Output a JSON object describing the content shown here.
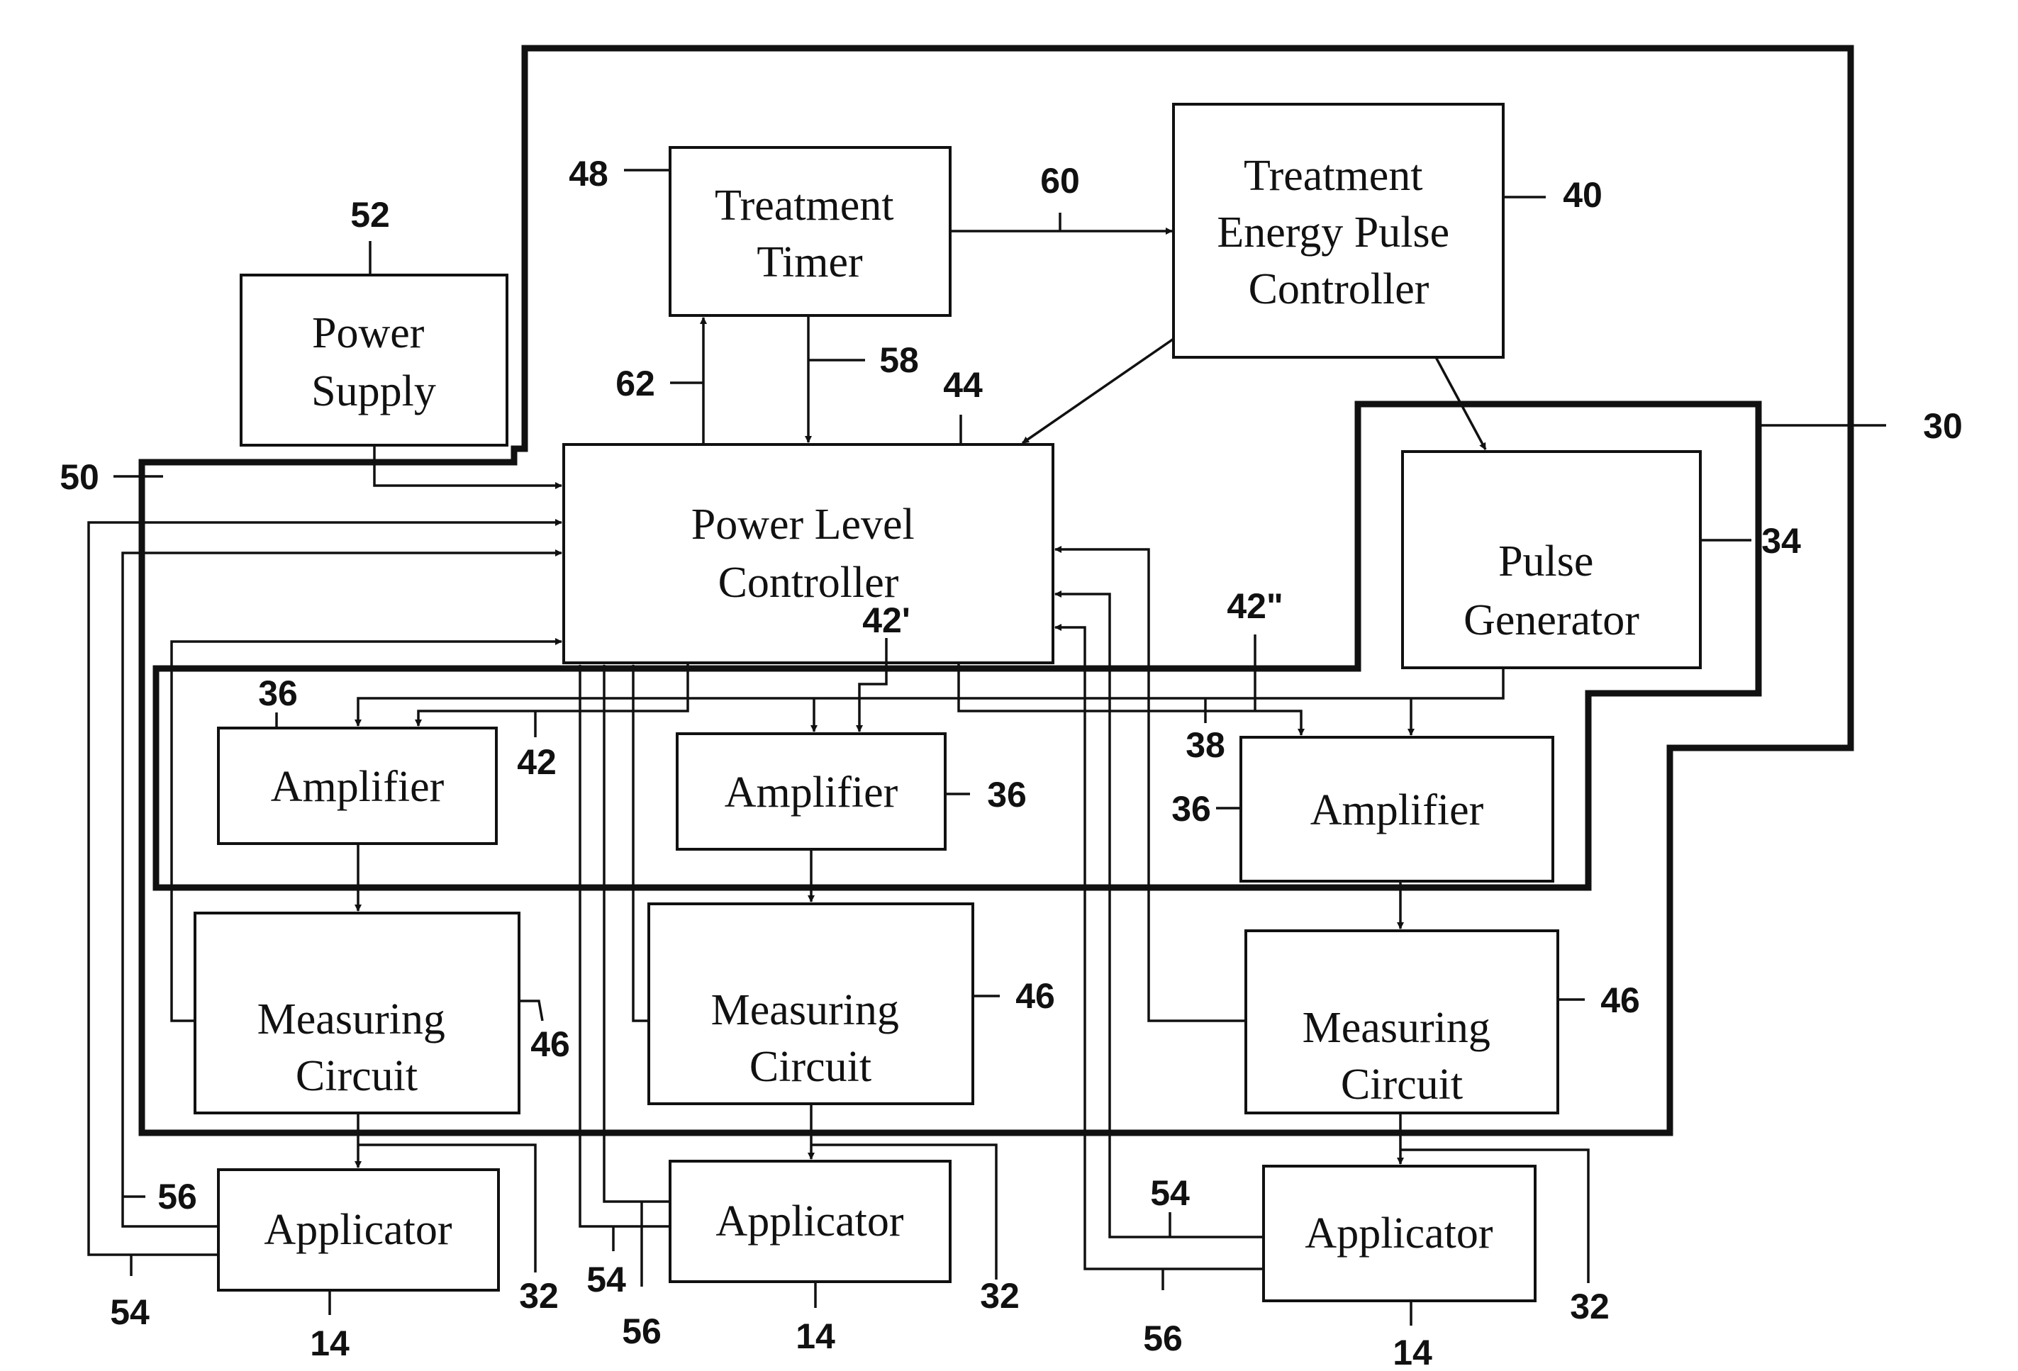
{
  "blocks": {
    "treatment_timer": [
      "Treatment",
      "Timer"
    ],
    "pulse_controller": [
      "Treatment",
      "Energy Pulse",
      "Controller"
    ],
    "power_supply": [
      "Power",
      "Supply"
    ],
    "power_level_controller": [
      "Power Level",
      "Controller"
    ],
    "pulse_generator": [
      "Pulse",
      "Generator"
    ],
    "amplifier": "Amplifier",
    "measuring_circuit": [
      "Measuring",
      "Circuit"
    ],
    "applicator": "Applicator"
  },
  "refs": {
    "r14": "14",
    "r30": "30",
    "r32": "32",
    "r34": "34",
    "r36": "36",
    "r38": "38",
    "r40": "40",
    "r42": "42",
    "r42p": "42'",
    "r42pp": "42\"",
    "r44": "44",
    "r46": "46",
    "r48": "48",
    "r50": "50",
    "r52": "52",
    "r54": "54",
    "r56": "56",
    "r58": "58",
    "r60": "60",
    "r62": "62"
  }
}
